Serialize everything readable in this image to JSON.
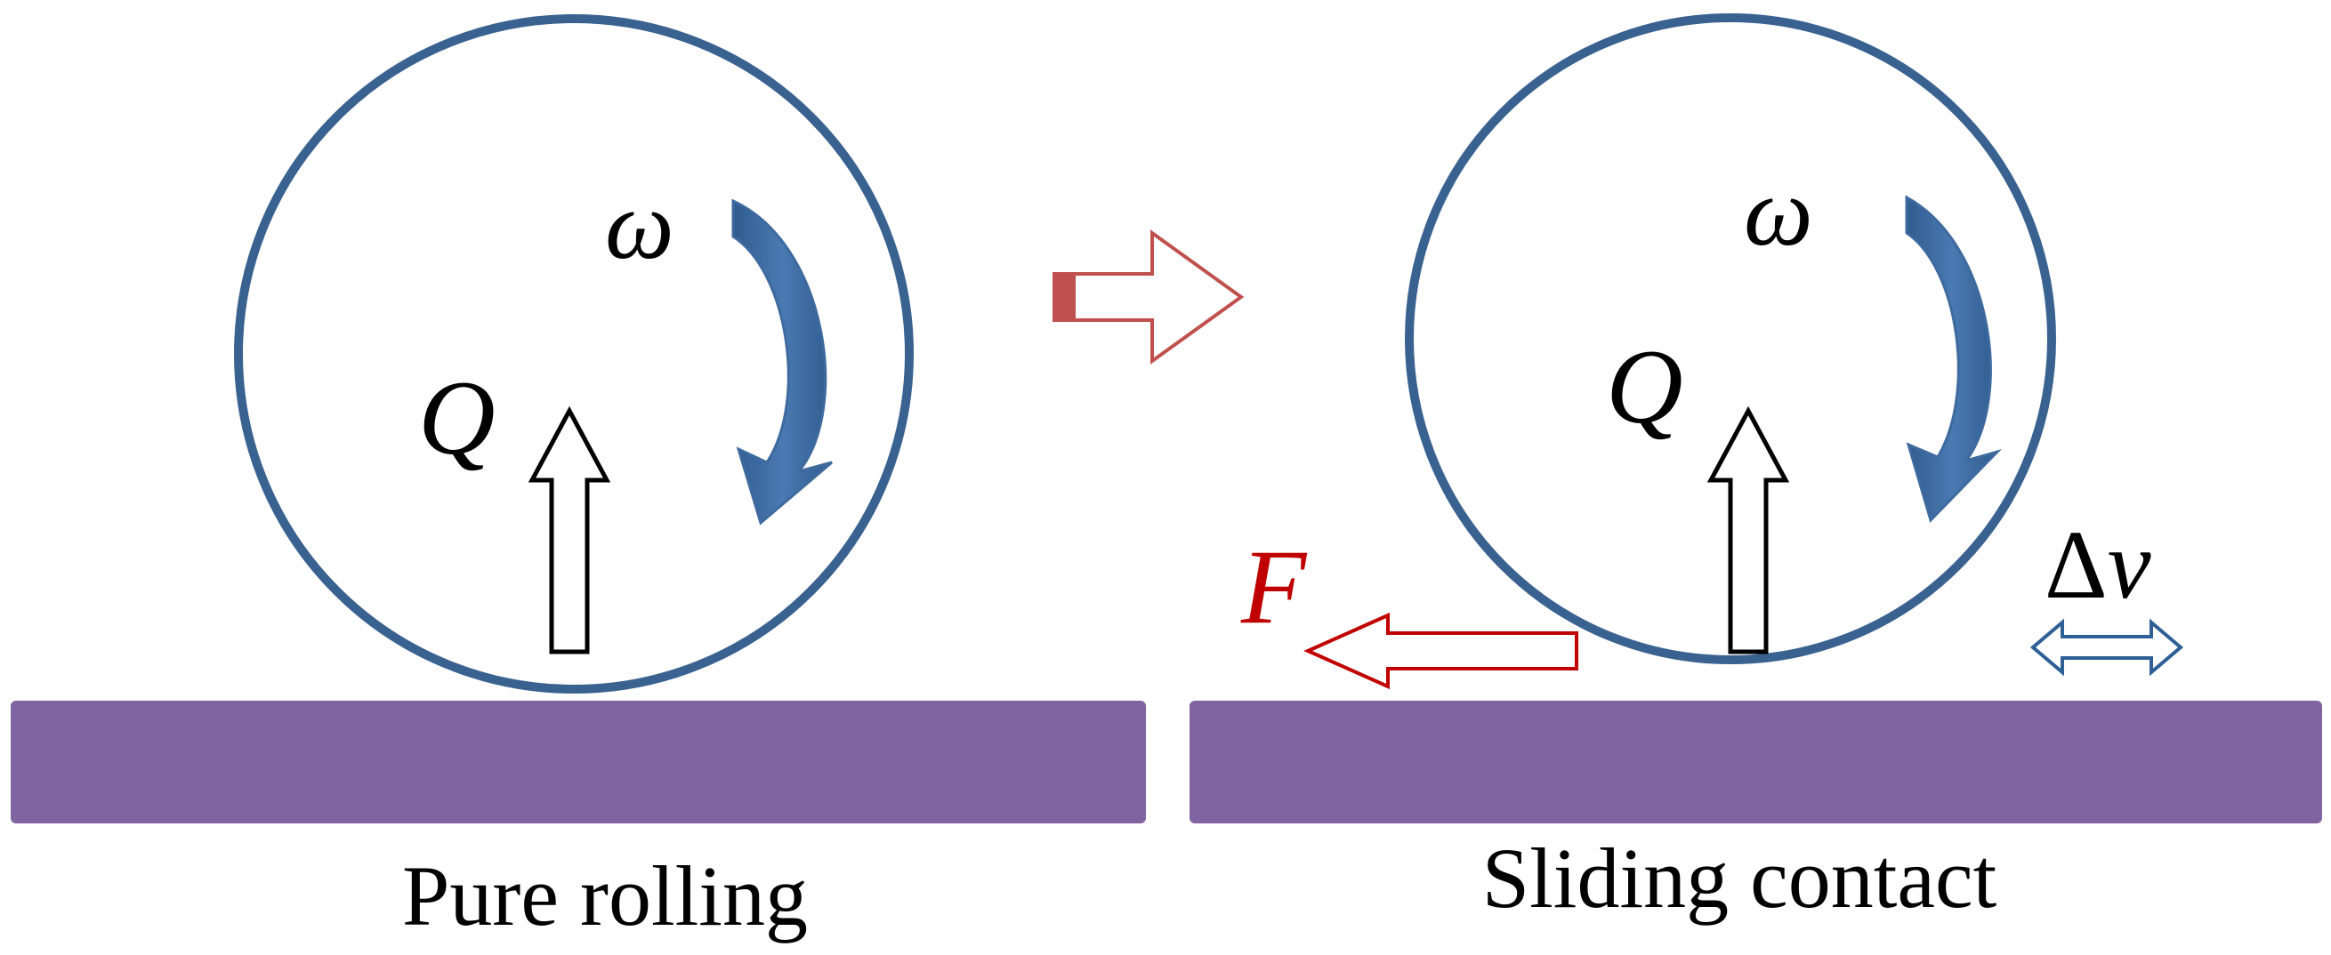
{
  "colors": {
    "ball_stroke": "#3a6290",
    "ground_fill": "#8064a2",
    "rotation_arrow": "#3e6a9e",
    "normal_force_arrow_fill": "#ffffff",
    "normal_force_arrow_stroke": "#000000",
    "transition_arrow": "#c0504d",
    "friction_label": "#c00000",
    "friction_arrow": "#c00000",
    "slip_arrow": "#2e5f95",
    "text": "#000000"
  },
  "left_panel": {
    "omega_label": "ω",
    "q_label": "Q",
    "caption": "Pure rolling"
  },
  "right_panel": {
    "omega_label": "ω",
    "q_label": "Q",
    "f_label": "F",
    "dv_delta": "Δ",
    "dv_v": "v",
    "caption": "Sliding contact"
  },
  "icons": {
    "transition": "right-outline-arrow-icon",
    "rotation": "clockwise-curved-arrow-icon",
    "normal_force": "up-outline-arrow-icon",
    "friction": "left-outline-arrow-icon",
    "slip": "double-headed-arrow-icon"
  }
}
